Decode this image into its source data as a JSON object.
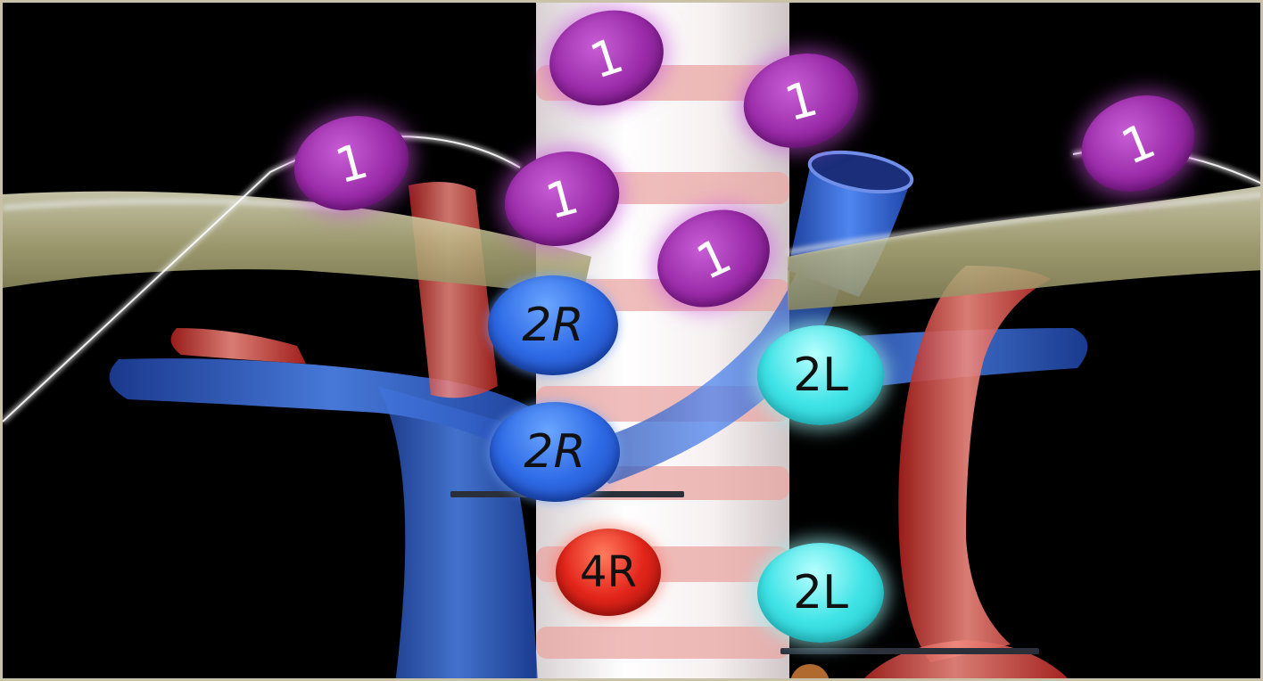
{
  "colors": {
    "station_1": "#9a2aa8",
    "station_2R": "#2f6be6",
    "station_2L": "#3fe3e6",
    "station_4R": "#e3251a",
    "trachea": "#f4eeee",
    "artery": "#d9403a",
    "vein": "#2e5fd6",
    "clavicle": "#bdb98a",
    "background": "#000000"
  },
  "stations": [
    {
      "id": "1a",
      "label": "1"
    },
    {
      "id": "1b",
      "label": "1"
    },
    {
      "id": "1c",
      "label": "1"
    },
    {
      "id": "1d",
      "label": "1"
    },
    {
      "id": "1e",
      "label": "1"
    },
    {
      "id": "1f",
      "label": "1"
    },
    {
      "id": "2r-upper",
      "label": "2R"
    },
    {
      "id": "2r-lower",
      "label": "2R"
    },
    {
      "id": "2l-upper",
      "label": "2L"
    },
    {
      "id": "2l-lower",
      "label": "2L"
    },
    {
      "id": "4r",
      "label": "4R"
    }
  ]
}
